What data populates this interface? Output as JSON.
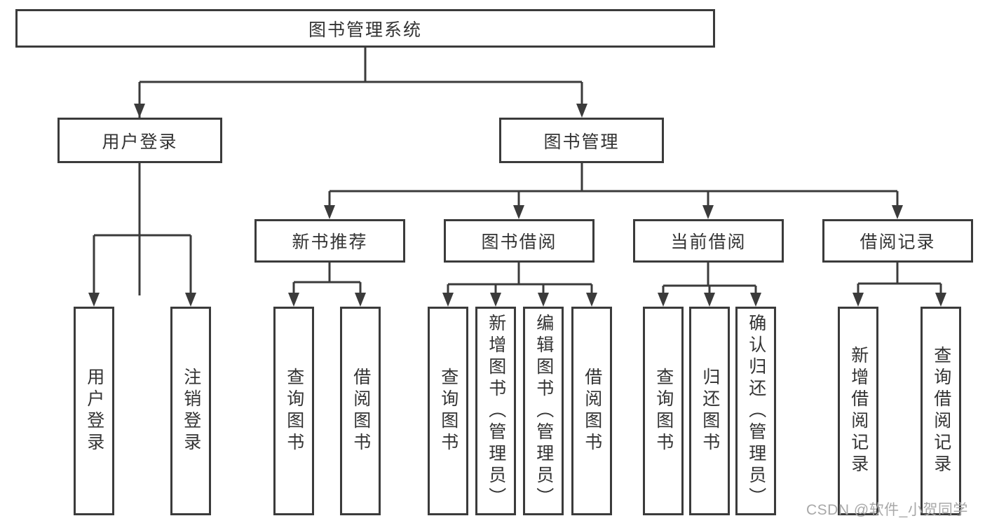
{
  "diagram": {
    "root": "图书管理系统",
    "level2": {
      "user_login": "用户登录",
      "book_management": "图书管理"
    },
    "level3": {
      "new_book_recommend": "新书推荐",
      "book_borrow": "图书借阅",
      "current_borrow": "当前借阅",
      "borrow_records": "借阅记录"
    },
    "leaves": {
      "user_login": "用户登录",
      "logout": "注销登录",
      "query_books_recommend": "查询图书",
      "borrow_books_recommend": "借阅图书",
      "query_books_borrow": "查询图书",
      "add_books_admin": "新增图书（管理员）",
      "edit_books_admin": "编辑图书（管理员）",
      "borrow_books": "借阅图书",
      "query_books_current": "查询图书",
      "return_books": "归还图书",
      "confirm_return_admin": "确认归还（管理员）",
      "add_borrow_record": "新增借阅记录",
      "query_borrow_record": "查询借阅记录"
    }
  },
  "watermark": "CSDN @软件_小贺同学",
  "colors": {
    "line": "#3b3b3b",
    "box_border": "#3b3b3b",
    "text": "#333333",
    "watermark": "#a8a8a8",
    "background": "#ffffff"
  }
}
